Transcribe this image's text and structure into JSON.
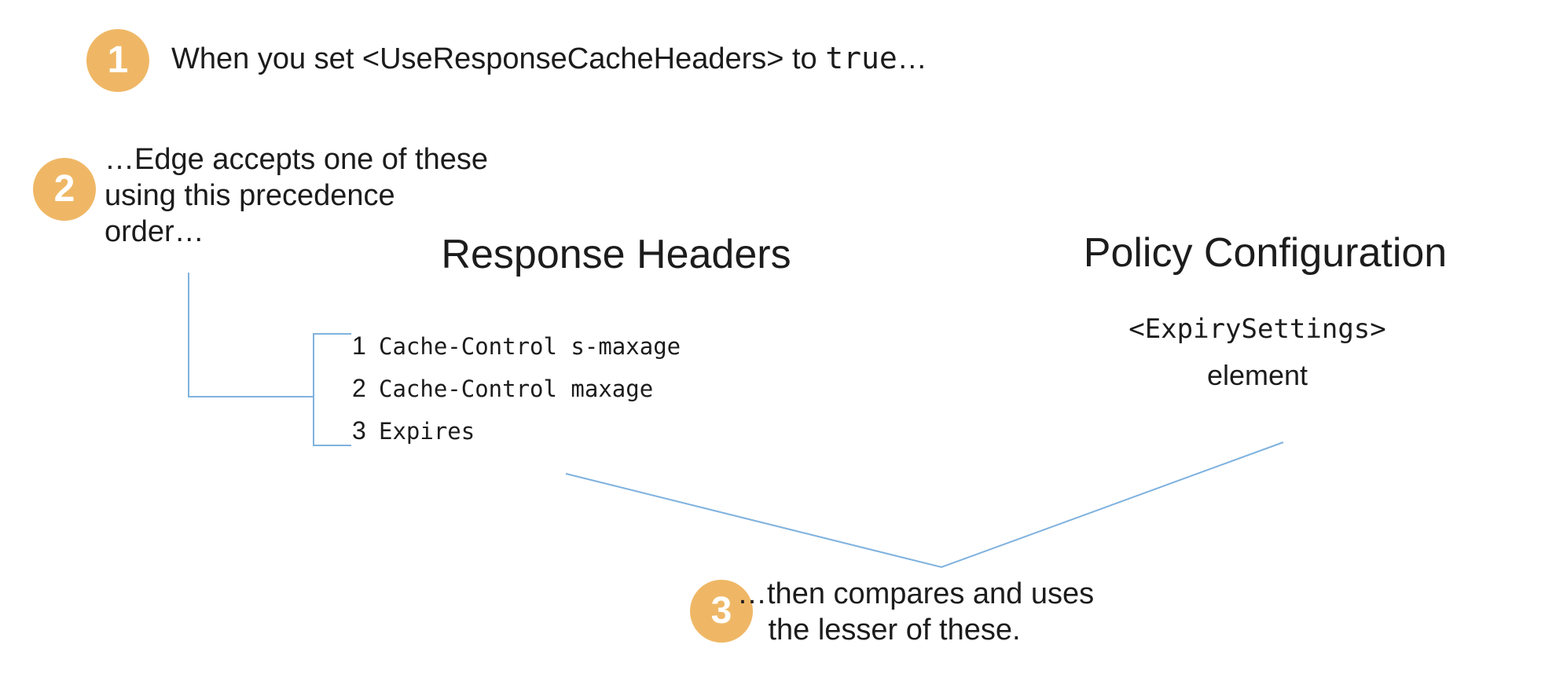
{
  "colors": {
    "badge": "#EFB765",
    "line": "#7FB2DE",
    "text": "#1C1C1C"
  },
  "steps": {
    "one": {
      "badge": "1",
      "prefix": "When you set <UseResponseCacheHeaders> to ",
      "code": "true",
      "suffix": "…"
    },
    "two": {
      "badge": "2",
      "lines": [
        "…Edge accepts one of these",
        "using this precedence",
        "order…"
      ]
    },
    "three": {
      "badge": "3",
      "lines": [
        "…then compares and uses",
        "the lesser of these."
      ]
    }
  },
  "response_headers": {
    "title": "Response Headers",
    "items": [
      {
        "rank": "1",
        "header": "Cache-Control s-maxage"
      },
      {
        "rank": "2",
        "header": "Cache-Control maxage"
      },
      {
        "rank": "3",
        "header": "Expires"
      }
    ]
  },
  "policy_configuration": {
    "title": "Policy Configuration",
    "code": "<ExpirySettings>",
    "label": "element"
  }
}
